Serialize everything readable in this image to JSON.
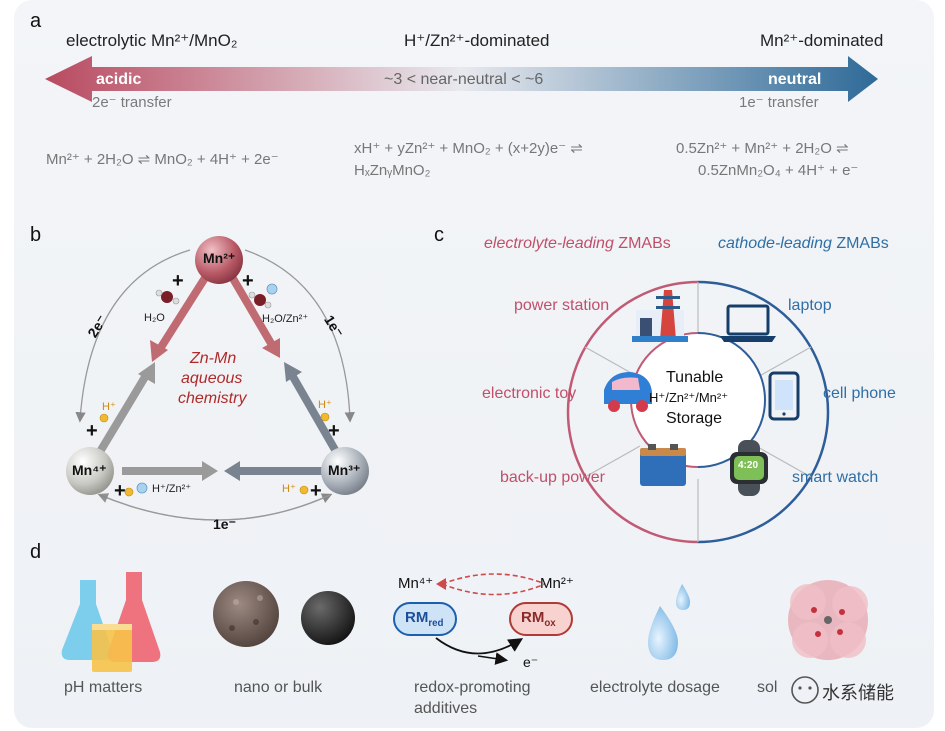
{
  "panel_a": {
    "label": "a",
    "header_left": "electrolytic Mn²⁺/MnO₂",
    "header_mid": "H⁺/Zn²⁺-dominated",
    "header_right": "Mn²⁺-dominated",
    "arrow_left": "acidic",
    "arrow_mid": "~3 < near-neutral < ~6",
    "arrow_right": "neutral",
    "transfer_left": "2e⁻ transfer",
    "transfer_right": "1e⁻ transfer",
    "eq_left": "Mn²⁺ + 2H₂O ⇌ MnO₂ + 4H⁺ + 2e⁻",
    "eq_mid_1": "xH⁺ + yZn²⁺ + MnO₂ + (x+2y)e⁻ ⇌",
    "eq_mid_2": "HₓZnᵧMnO₂",
    "eq_right_1": "0.5Zn²⁺ + Mn²⁺ + 2H₂O  ⇌",
    "eq_right_2": "0.5ZnMn₂O₄ + 4H⁺ + e⁻",
    "colors": {
      "acidic": "#b94a60",
      "neutral": "#2e6a98"
    }
  },
  "panel_b": {
    "label": "b",
    "node_top": "Mn²⁺",
    "node_left": "Mn⁴⁺",
    "node_right": "Mn³⁺",
    "center_1": "Zn-Mn",
    "center_2": "aqueous",
    "center_3": "chemistry",
    "e_left": "2e⁻",
    "e_right": "1e⁻",
    "e_bottom": "1e⁻",
    "h2o": "H₂O",
    "h2o_zn": "H₂O/Zn²⁺",
    "hplus_left": "H⁺",
    "hplus_right": "H⁺",
    "hplus_bottom_right": "H⁺",
    "hzn_bottom": "H⁺/Zn²⁺",
    "plus": "+"
  },
  "panel_c": {
    "label": "c",
    "title_left_em": "electrolyte-leading",
    "title_left_rest": " ZMABs",
    "title_right_em": "cathode-leading",
    "title_right_rest": " ZMABs",
    "center_1": "Tunable",
    "center_2": "H⁺/Zn²⁺/Mn²⁺",
    "center_3": "Storage",
    "left_items": [
      "power station",
      "electronic toy",
      "back-up power"
    ],
    "right_items": [
      "laptop",
      "cell phone",
      "smart watch"
    ],
    "watch_time": "4:20"
  },
  "panel_d": {
    "label": "d",
    "items": [
      "pH matters",
      "nano or bulk",
      "redox-promoting",
      "additives",
      "electrolyte dosage",
      "sol"
    ],
    "mn4": "Mn⁴⁺",
    "mn2": "Mn²⁺",
    "rm_red": "RM",
    "rm_red_sub": "red",
    "rm_ox": "RM",
    "rm_ox_sub": "ox",
    "electron": "e⁻",
    "watermark": "水系储能"
  }
}
